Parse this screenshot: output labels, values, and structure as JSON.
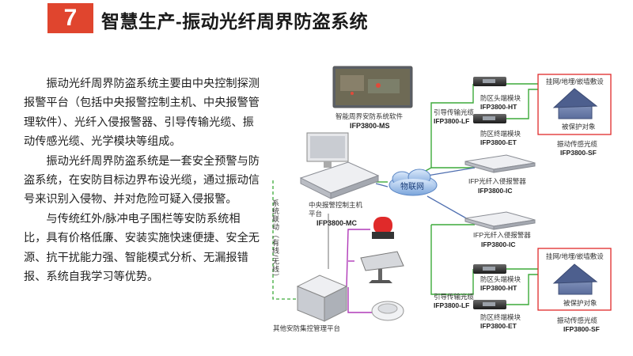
{
  "header": {
    "number": "7",
    "title": "智慧生产-振动光纤周界防盗系统"
  },
  "body": {
    "paragraphs": [
      "振动光纤周界防盗系统主要由中央控制探测报警平台（包括中央报警控制主机、中央报警管理软件）、光纤入侵报警器、引导传输光缆、振动传感光缆、光学模块等组成。",
      "振动光纤周界防盗系统是一套安全预警与防盗系统，在安防目标边界布设光缆，通过振动信号来识别入侵物、并对危险可疑入侵报警。",
      "与传统红外/脉冲电子围栏等安防系统相比，具有价格低廉、安装实施快速便捷、安全无源、抗干扰能力强、智能模式分析、无漏报错报、系统自我学习等优势。"
    ]
  },
  "diagram": {
    "software": {
      "label": "智能周界安防系统软件",
      "model": "IFP3800-MS"
    },
    "host": {
      "label1": "中央报警控制主机",
      "label2": "平台",
      "model": "IFP3800-MC"
    },
    "linkage": "系统联动（有线/无线）",
    "other_platform": "其他安防集控管理平台",
    "iot": "物联网",
    "top_cable": {
      "label": "引导传输光缆",
      "model": "IFP3800-LF"
    },
    "top_head": {
      "label": "防区头端模块",
      "model": "IFP3800-HT"
    },
    "top_end": {
      "label": "防区终端模块",
      "model": "IFP3800-ET"
    },
    "top_site": {
      "title": "挂网/地埋/嵌墙敷设",
      "object": "被保护对象",
      "sensor": "振动传感光缆",
      "model": "IFP3800-SF"
    },
    "ic1": {
      "label": "IFP光纤入侵报警器",
      "model": "IFP3800-IC"
    },
    "ic2": {
      "label": "IFP光纤入侵报警器",
      "model": "IFP3800-IC"
    },
    "bottom_cable": {
      "label": "引导传输光缆",
      "model": "IFP3800-LF"
    },
    "bottom_head": {
      "label": "防区头端模块",
      "model": "IFP3800-HT"
    },
    "bottom_end": {
      "label": "防区终端模块",
      "model": "IFP3800-ET"
    },
    "bottom_site": {
      "title": "挂网/地埋/嵌墙敷设",
      "object": "被保护对象",
      "sensor": "振动传感光缆",
      "model": "IFP3800-SF"
    }
  }
}
